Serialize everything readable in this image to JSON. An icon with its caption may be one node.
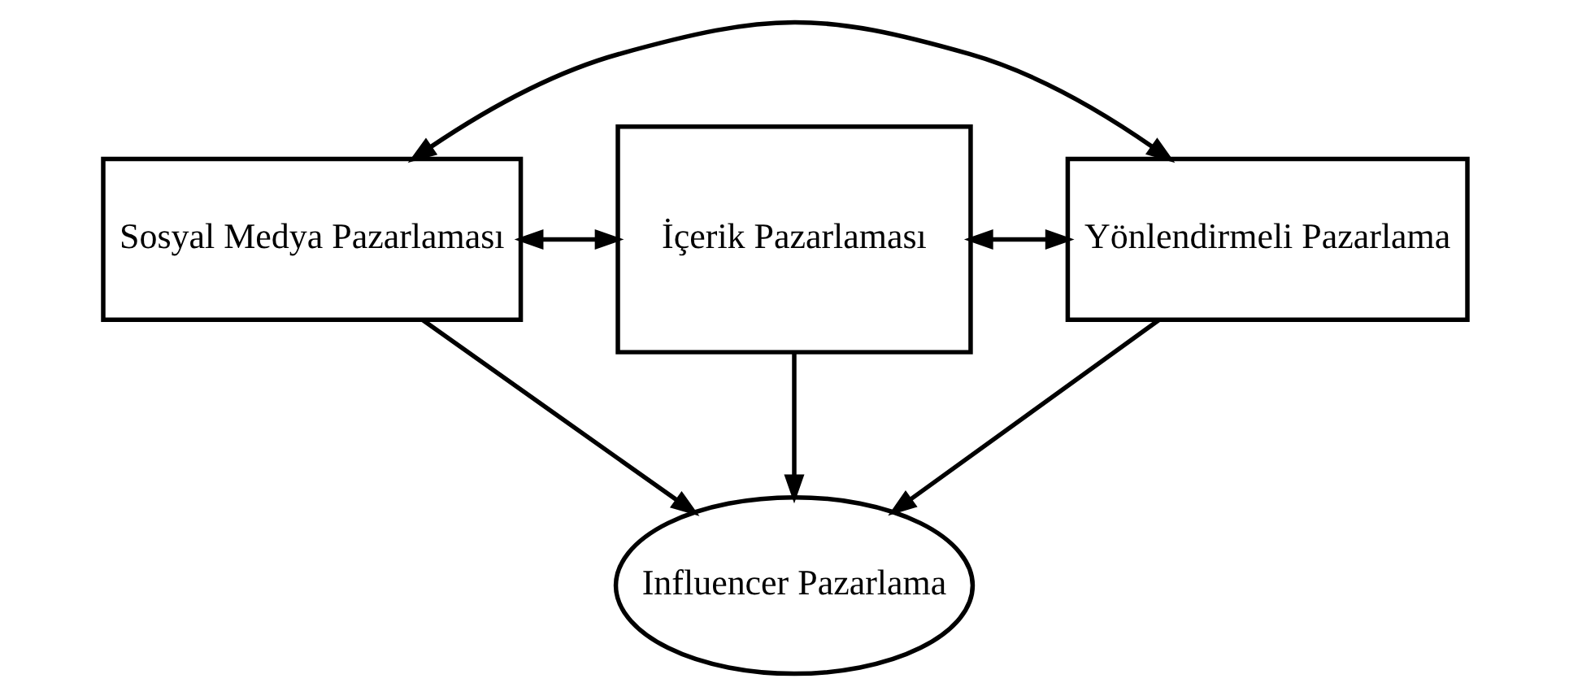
{
  "diagram": {
    "nodes": [
      {
        "text": [
          "Sosyal Medya Pazarlaması"
        ]
      },
      {
        "text": [
          "İçerik Pazarlaması"
        ]
      },
      {
        "text": [
          "Yönlendirmeli Pazarlama"
        ]
      },
      {
        "text": [
          "Influencer Pazarlama"
        ]
      }
    ],
    "edges": [
      {
        "from": 0,
        "to": 2,
        "arrow": "both"
      },
      {
        "from": 0,
        "to": 1,
        "arrow": "both"
      },
      {
        "from": 1,
        "to": 2,
        "arrow": "both"
      },
      {
        "from": 0,
        "to": 3,
        "arrow": "to"
      },
      {
        "from": 1,
        "to": 3,
        "arrow": "to"
      },
      {
        "from": 2,
        "to": 3,
        "arrow": "to"
      }
    ]
  }
}
